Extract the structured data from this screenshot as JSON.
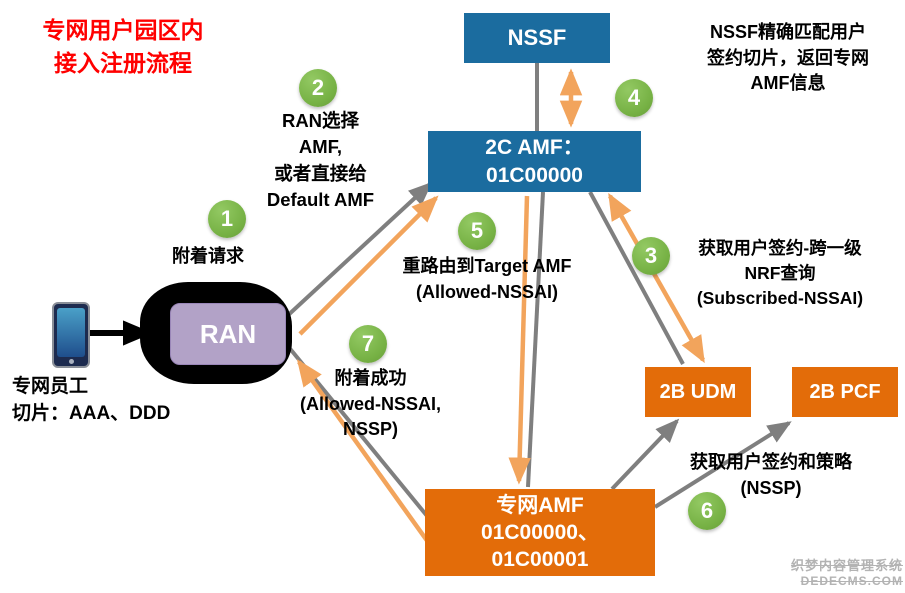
{
  "title": {
    "lines": [
      "专网用户园区内",
      "接入注册流程"
    ]
  },
  "nodes": {
    "nssf": {
      "label": "NSSF"
    },
    "amf_2c": {
      "lines": [
        "2C AMF：",
        "01C00000"
      ]
    },
    "udm": {
      "label": "2B UDM"
    },
    "pcf": {
      "label": "2B PCF"
    },
    "amf_private": {
      "lines": [
        "专网AMF",
        "01C00000、",
        "01C00001"
      ]
    },
    "ran": {
      "label": "RAN"
    }
  },
  "steps": [
    {
      "num": "1",
      "lines": [
        "附着请求"
      ]
    },
    {
      "num": "2",
      "lines": [
        "RAN选择",
        "AMF,",
        "或者直接给",
        "Default AMF"
      ]
    },
    {
      "num": "3",
      "lines": [
        "获取用户签约-跨一级",
        "NRF查询",
        "(Subscribed-NSSAI)"
      ]
    },
    {
      "num": "4",
      "lines": []
    },
    {
      "num": "5",
      "lines": [
        "重路由到Target AMF",
        "(Allowed-NSSAI)"
      ]
    },
    {
      "num": "6",
      "lines": [
        "获取用户签约和策略",
        "(NSSP)"
      ]
    },
    {
      "num": "7",
      "lines": [
        "附着成功",
        "(Allowed-NSSAI,",
        "NSSP)"
      ]
    }
  ],
  "nssf_note": {
    "lines": [
      "NSSF精确匹配用户",
      "签约切片，返回专网",
      "AMF信息"
    ]
  },
  "device_note": {
    "lines": [
      "专网员工",
      "切片：AAA、DDD"
    ]
  },
  "watermark": {
    "lines": [
      "织梦内容管理系统",
      "DEDECMS.COM"
    ]
  },
  "colors": {
    "node_blue": "#1B6C9F",
    "node_orange": "#E36C09",
    "badge_green": "#76B144",
    "ran_purple": "#B2A2C7",
    "arrow_gray": "#7F7F7F",
    "arrow_orange": "#F2A45C",
    "title_red": "#FF0000"
  }
}
